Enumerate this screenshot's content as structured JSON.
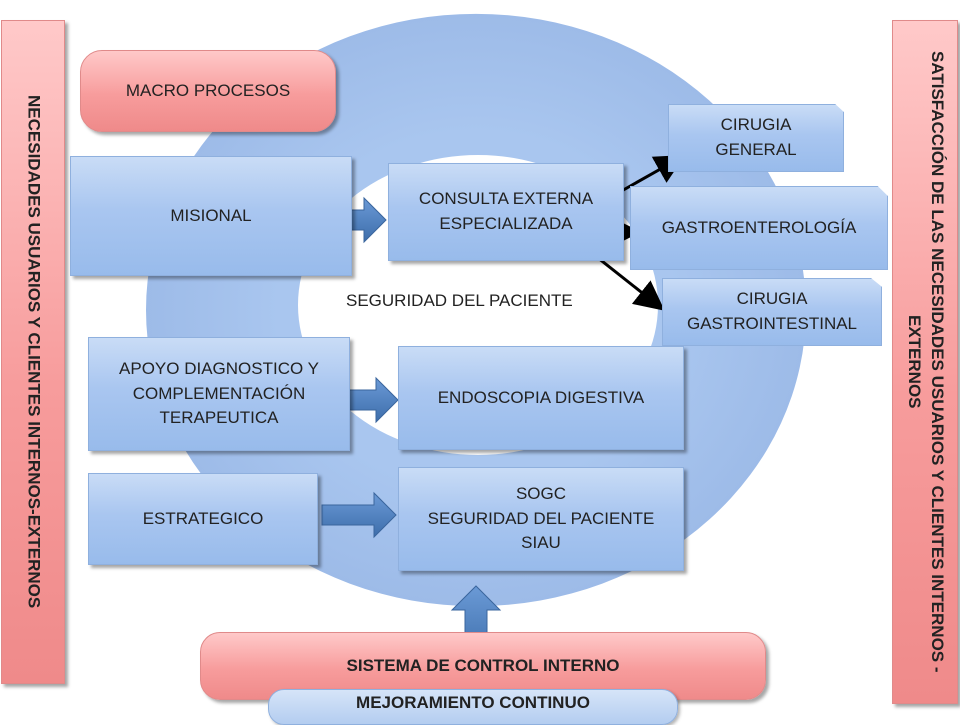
{
  "left_banner": "NECESIDADES  USUARIOS Y CLIENTES INTERNOS-EXTERNOS",
  "right_banner": "SATISFACCIÓN DE LAS NECESIDADES USUARIOS Y CLIENTES INTERNOS -EXTERNOS",
  "macro": "MACRO PROCESOS",
  "misional": "MISIONAL",
  "apoyo": "APOYO DIAGNOSTICO Y COMPLEMENTACIÓN TERAPEUTICA",
  "estrategico": "ESTRATEGICO",
  "consulta": "CONSULTA  EXTERNA ESPECIALIZADA",
  "endoscopia": "ENDOSCOPIA DIGESTIVA",
  "sogc": [
    "SOGC",
    "SEGURIDAD DEL PACIENTE",
    "SIAU"
  ],
  "cirugia_general": "CIRUGIA GENERAL",
  "gastro": "GASTROENTEROLOGÍA",
  "cirugia_gastro": "CIRUGIA GASTROINTESTINAL",
  "seguridad": "SEGURIDAD DEL PACIENTE",
  "control": "SISTEMA DE CONTROL INTERNO",
  "mejoramiento": "MEJORAMIENTO CONTINUO",
  "colors": {
    "ring": "#a8c5ee",
    "box_blue": "#a9c6f0",
    "box_pink": "#f79c9c",
    "arrow": "#4a7ebb"
  }
}
